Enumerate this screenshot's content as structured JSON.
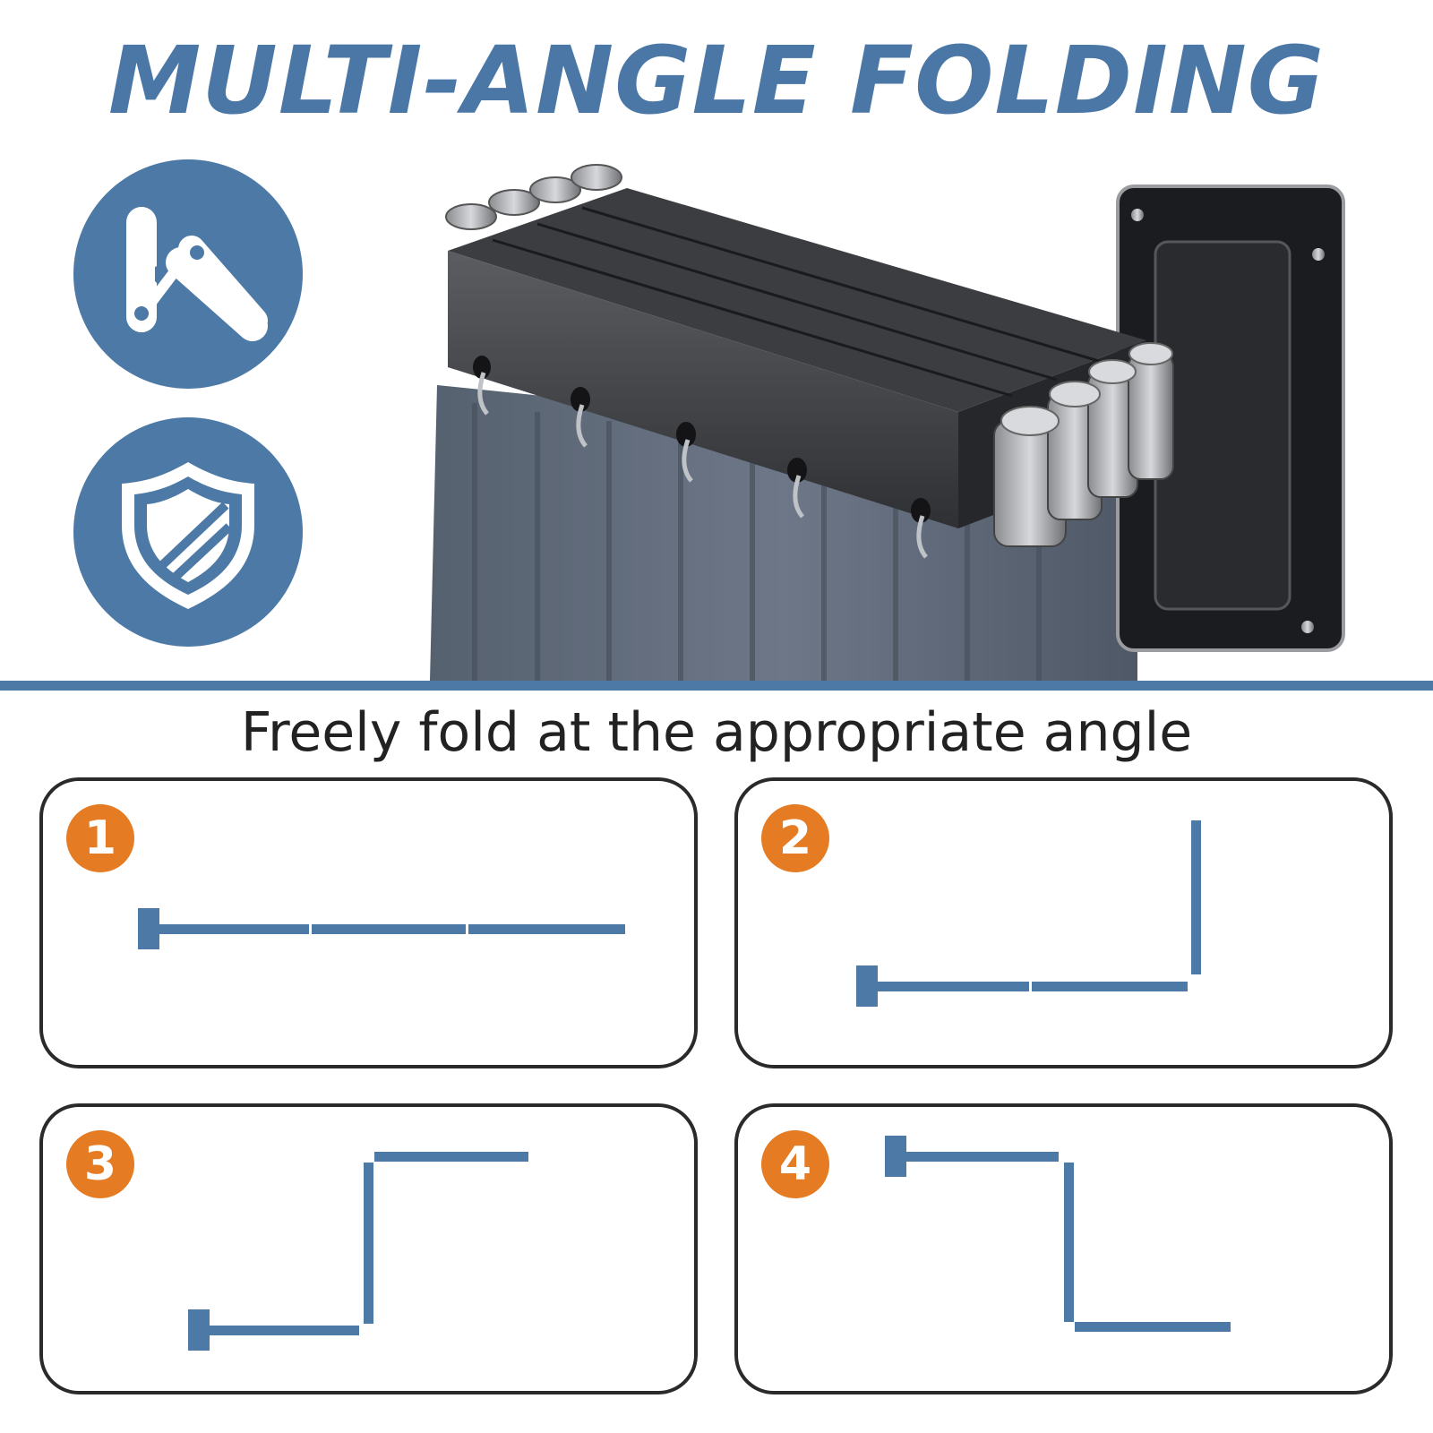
{
  "title": "MULTI-ANGLE FOLDING",
  "subtitle": "Freely fold at the appropriate angle",
  "badges": [
    {
      "icon": "folding-arm-icon"
    },
    {
      "icon": "shield-icon"
    }
  ],
  "product_image": {
    "icon": "folding-curtain-rod-product"
  },
  "colors": {
    "accent": "#4c79a6",
    "badge_number": "#e57b22",
    "panel_border": "#2a2a2a"
  },
  "panels": [
    {
      "number": "1"
    },
    {
      "number": "2"
    },
    {
      "number": "3"
    },
    {
      "number": "4"
    }
  ]
}
